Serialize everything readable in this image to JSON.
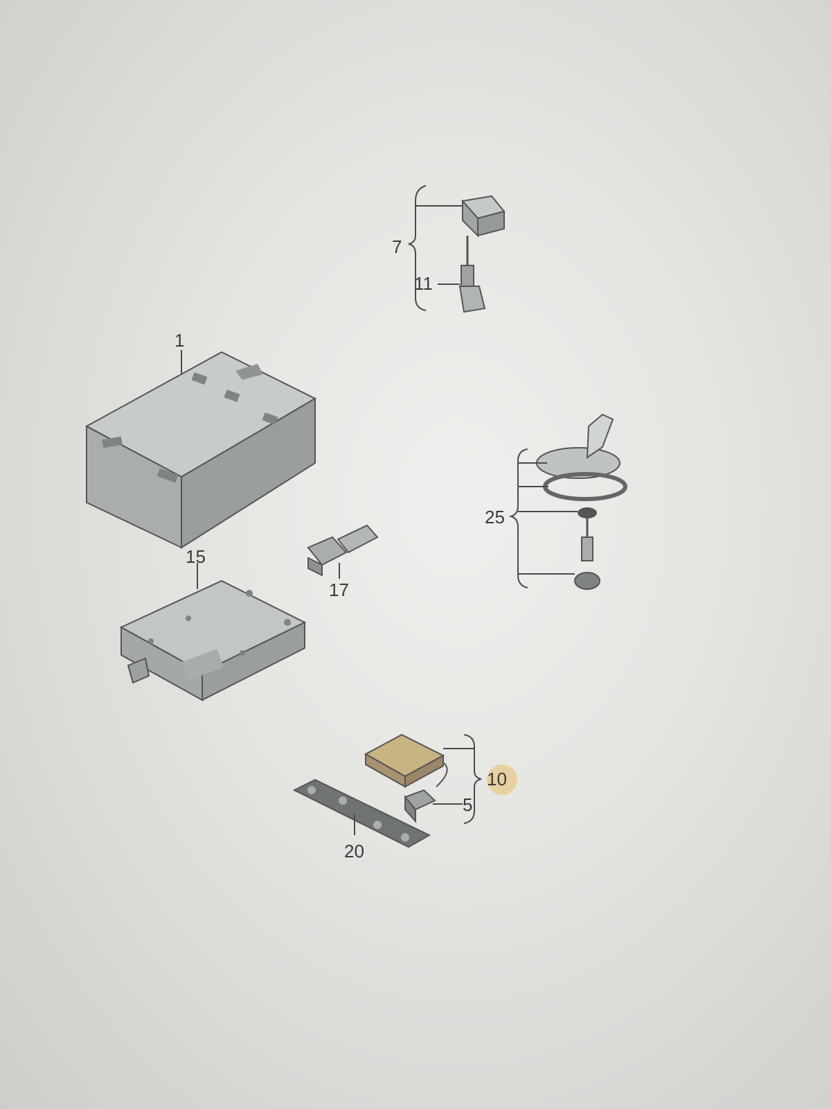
{
  "callouts": {
    "c1": "1",
    "c5": "5",
    "c7": "7",
    "c10": "10",
    "c11": "11",
    "c15": "15",
    "c17": "17",
    "c20": "20",
    "c25": "25"
  },
  "colors": {
    "part_fill": "#b9bcbc",
    "part_dark": "#8f9393",
    "highlight_part": "#c9b383",
    "highlight_label": "#e8c98a",
    "line": "#4a4a4a"
  }
}
